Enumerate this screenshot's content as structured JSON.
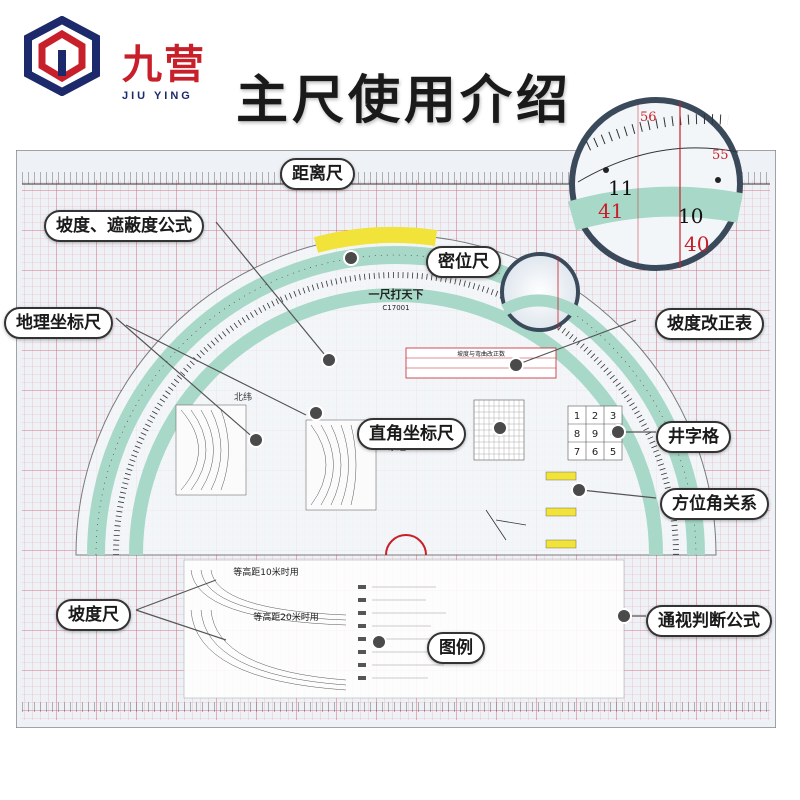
{
  "brand": {
    "name_cn": "九营",
    "name_en": "JIU YING"
  },
  "headline": "主尺使用介绍",
  "ruler": {
    "title": "一尺打天下",
    "model": "C17001",
    "beiwei": "北纬",
    "dongjing": "东经",
    "contour10": "等高距10米时用",
    "contour20": "等高距20米时用",
    "table_title": "坡度与弯曲改正数",
    "grid_numbers": [
      "1",
      "2",
      "3",
      "8",
      "9",
      "4",
      "7",
      "6",
      "5"
    ]
  },
  "callouts": {
    "distance_ruler": "距离尺",
    "slope_formula": "坡度、遮蔽度公式",
    "dense_ruler": "密位尺",
    "geo_coord_ruler": "地理坐标尺",
    "slope_correction": "坡度改正表",
    "rect_coord_ruler": "直角坐标尺",
    "grid_chars": "井字格",
    "azimuth_relation": "方位角关系",
    "slope_ruler": "坡度尺",
    "legend": "图例",
    "visibility_formula": "通视判断公式"
  },
  "magnifier": {
    "outer_top": "56",
    "outer_right": "55",
    "mid_left": "11",
    "mid_right": "10",
    "inner_left": "41",
    "inner_right": "40"
  },
  "colors": {
    "brand_red": "#c8202a",
    "brand_navy": "#1c2a6b",
    "grid_red": "#d9434c",
    "teal_band": "#a8d8c8",
    "yellow_band": "#f1e33a"
  }
}
